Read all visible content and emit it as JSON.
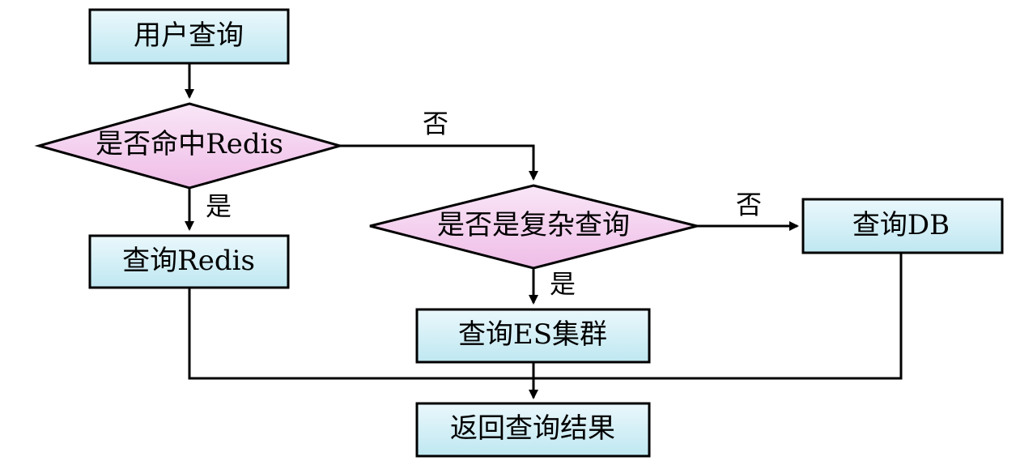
{
  "colors": {
    "rect_fill_top": "#eaf8fc",
    "rect_fill_bottom": "#bfe7f1",
    "diamond_fill_top": "#f9e6f7",
    "diamond_fill_bottom": "#efbde7",
    "line": "#000000"
  },
  "nodes": {
    "user_query": "用户查询",
    "hit_redis": "是否命中Redis",
    "query_redis": "查询Redis",
    "is_complex": "是否是复杂查询",
    "query_db": "查询DB",
    "query_es": "查询ES集群",
    "return_result": "返回查询结果"
  },
  "edge_labels": {
    "redis_no": "否",
    "redis_yes": "是",
    "complex_no": "否",
    "complex_yes": "是"
  }
}
